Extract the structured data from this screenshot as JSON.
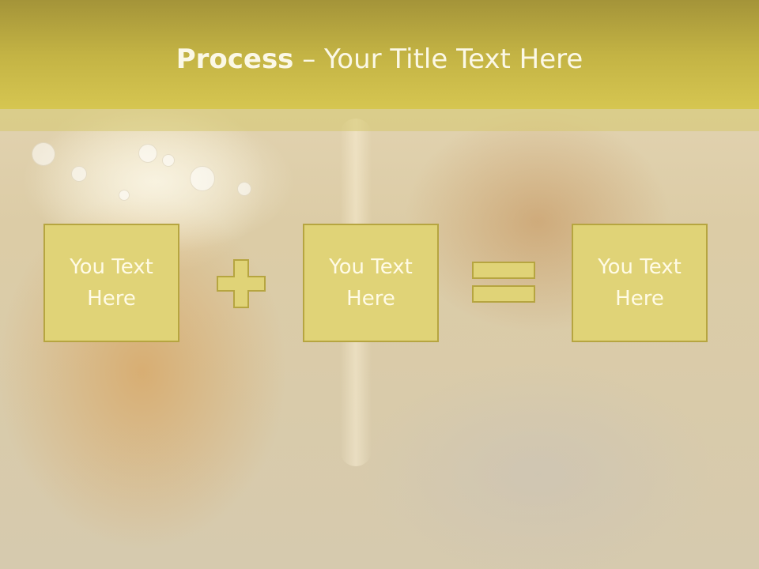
{
  "slide": {
    "title_bold": "Process",
    "title_rest": " – Your Title Text Here"
  },
  "boxes": [
    {
      "text": "You Text Here"
    },
    {
      "text": "You Text Here"
    },
    {
      "text": "You Text Here"
    }
  ],
  "icons": {
    "operator_1": "plus-icon",
    "operator_2": "equals-icon"
  },
  "colors": {
    "header": "#c3b344",
    "box_fill": "#e0d377",
    "box_border": "#b6a540",
    "text": "#fffbe6"
  }
}
